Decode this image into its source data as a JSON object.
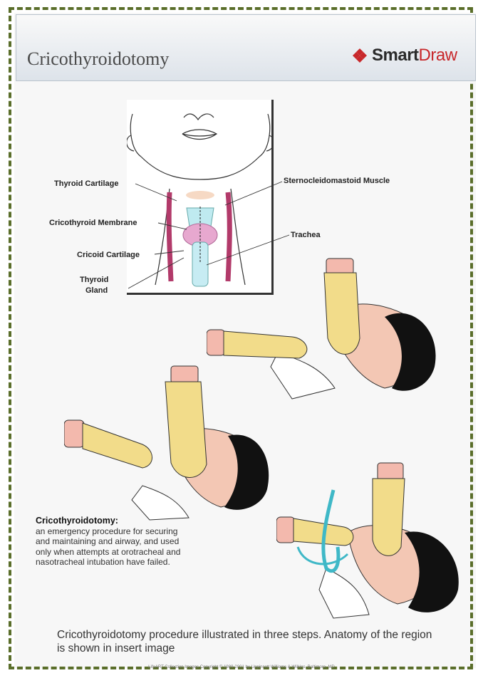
{
  "header": {
    "title": "Cricothyroidotomy",
    "logo": {
      "part1": "Smart",
      "part2": "Draw",
      "icon": "smartdraw-diamond-icon"
    }
  },
  "anatomy_labels": {
    "thyroid_cartilage": "Thyroid Cartilage",
    "cricothyroid_membrane": "Cricothyroid Membrane",
    "cricoid_cartilage": "Cricoid Cartilage",
    "thyroid_gland_1": "Thyroid",
    "thyroid_gland_2": "Gland",
    "sternocleidomastoid": "Sternocleidomastoid Muscle",
    "trachea": "Trachea"
  },
  "description": {
    "title": "Cricothyroidotomy:",
    "body": "an emergency procedure for securing and maintaining and airway, and used only when attempts at orotracheal and nasotracheal intubation have failed."
  },
  "caption": "Cricothyroidotomy procedure illustrated in three steps.  Anatomy of the region is shown in insert image",
  "copyright": "LifeART Collection Images Copyright © 1989-2001 by Lippincott Williams & Wilkins, Baltimore, MD",
  "colors": {
    "border": "#5a6e2a",
    "accent_red": "#c8282b",
    "glove": "#f2dc8a",
    "skin": "#f3c7b4",
    "hair": "#111111"
  }
}
